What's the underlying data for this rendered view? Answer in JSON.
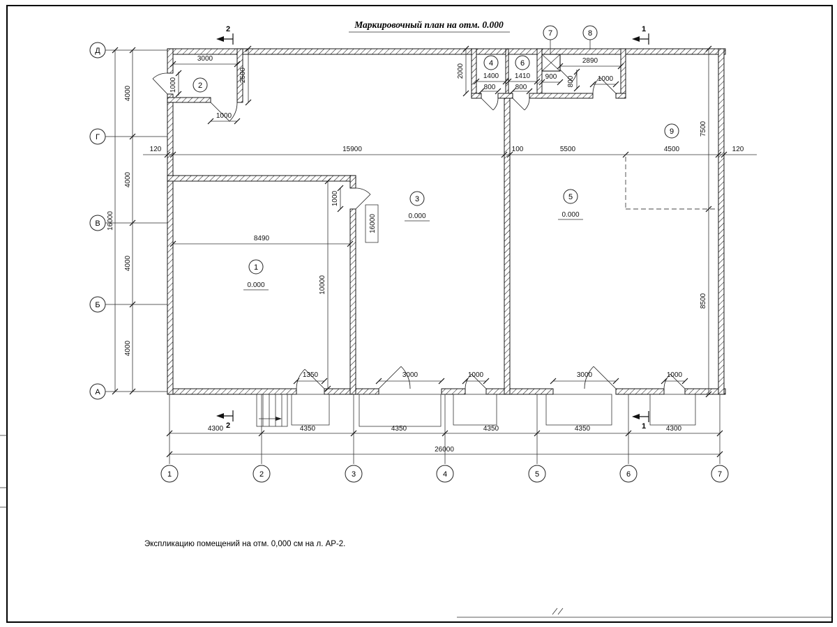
{
  "title": "Маркировочный план на отм. 0.000",
  "note": "Экспликацию помещений на отм. 0,000 см на л. АР-2.",
  "axes": {
    "left": [
      "Д",
      "Г",
      "В",
      "Б",
      "А"
    ],
    "bottom": [
      "1",
      "2",
      "3",
      "4",
      "5",
      "6",
      "7"
    ]
  },
  "sections": {
    "top_left": "2",
    "top_right": "1",
    "bottom_left": "2",
    "bottom_right": "1"
  },
  "rooms": {
    "r1": {
      "num": "1",
      "elev": "0.000"
    },
    "r2": {
      "num": "2"
    },
    "r3": {
      "num": "3",
      "elev": "0.000"
    },
    "r4": {
      "num": "4"
    },
    "r5": {
      "num": "5",
      "elev": "0.000"
    },
    "r6": {
      "num": "6"
    },
    "r7": {
      "num": "7"
    },
    "r8": {
      "num": "8"
    },
    "r9": {
      "num": "9"
    }
  },
  "dims": {
    "left_segments": [
      "4000",
      "4000",
      "4000",
      "4000"
    ],
    "left_total": "16000",
    "bottom_segments": [
      "4300",
      "4350",
      "4350",
      "4350",
      "4350",
      "4300"
    ],
    "bottom_total": "26000",
    "mid_row": [
      "120",
      "15900",
      "100",
      "5500",
      "4500",
      "120"
    ],
    "top_left": {
      "room2_width": "3000",
      "room2_depth": "2500",
      "wall_opening": "1000",
      "door": "1000"
    },
    "top_mid": {
      "depth": "2000",
      "room4_width": "1400",
      "room4_door": "800",
      "room6_width": "1410",
      "room6_door": "800",
      "shaft_width": "900",
      "shaft_door": "800",
      "room8_width": "2890",
      "room8_door": "1000"
    },
    "right_side": {
      "upper": "7500",
      "lower": "8500"
    },
    "room1": {
      "width": "8490",
      "depth": "10000",
      "door": "1000",
      "shaft_label": "16000"
    },
    "bottom_doors": [
      "1350",
      "3000",
      "1000",
      "3000",
      "1000"
    ]
  }
}
